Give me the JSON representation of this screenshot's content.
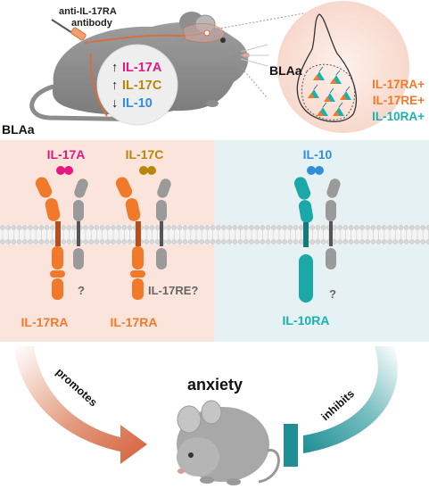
{
  "top": {
    "injection_label_line1": "anti-IL-17RA",
    "injection_label_line2": "antibody",
    "cytokine_changes": [
      {
        "arrow": "↑",
        "name": "IL-17A"
      },
      {
        "arrow": "↑",
        "name": "IL-17C"
      },
      {
        "arrow": "↓",
        "name": "IL-10"
      }
    ],
    "inset_region_label": "BLAa",
    "receptor_markers": [
      "IL-17RA+",
      "IL-17RE+",
      "IL-10RA+"
    ]
  },
  "membrane_panel": {
    "region_label": "BLAa",
    "ligands": [
      "IL-17A",
      "IL-17C",
      "IL-10"
    ],
    "receptors": [
      "IL-17RA",
      "IL-17RA",
      "IL-10RA"
    ],
    "unknown_marks": [
      "?",
      "?"
    ],
    "coreceptor_label": "IL-17RE?"
  },
  "bottom": {
    "outcome_label": "anxiety",
    "left_arrow_label": "promotes",
    "right_arrow_label": "inhibits"
  },
  "colors": {
    "il17a": "#e6177f",
    "il17c": "#b8860b",
    "il10": "#2f8fd8",
    "il17ra": "#f07a2a",
    "il10ra": "#1aa8a8",
    "receptor_gray": "#9a9a9a",
    "left_panel_bg": "#fbe4dc",
    "right_panel_bg": "#e6f1f3",
    "promote_arrow": "#d4603a",
    "inhibit_arrow": "#1f8f95",
    "marker_text": "#f07a2a",
    "marker_text_teal": "#19b2ae"
  }
}
